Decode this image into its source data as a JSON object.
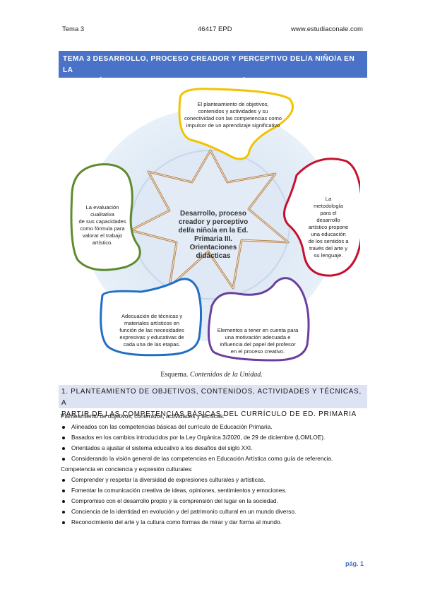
{
  "header": {
    "left": "Tema 3",
    "center": "46417 EPD",
    "right": "www.estudiaconale.com"
  },
  "title": {
    "line1": "TEMA 3 DESARROLLO, PROCESO CREADOR Y PERCEPTIVO DEL/A NIÑO/A EN LA",
    "line2": "EDUCACIÓN PRIMARIA III.  ORIENTACIONES DIDÁCTICAS"
  },
  "diagram": {
    "center": [
      "Desarrollo, proceso",
      "creador y perceptivo",
      "del/a niño/a en la Ed.",
      "Primaria III.",
      "Orientaciones",
      "didácticas"
    ],
    "top": [
      "El planteamiento de objetivos,",
      "contenidos y actividades y su",
      "conectividad con las competencias como",
      "impulsor de un aprendizaje significativo"
    ],
    "right": [
      "La",
      "metodología",
      "para el",
      "desarrollo",
      "artístico propone",
      "una educación",
      "de los sentidos a",
      "través del arte y",
      "su lenguaje."
    ],
    "bottom_right": [
      "Elementos a tener en cuenta para",
      "una motivación adecuada e",
      "influencia del papel del profesor",
      "en el proceso creativo."
    ],
    "bottom_left": [
      "Adecuación de técnicas y",
      "materiales artísticos en",
      "función de las necesidades",
      "expresivas y educativas de",
      "cada una de las etapas."
    ],
    "left": [
      "La evaluación",
      "cualitativa",
      "de sus capacidades",
      "como fórmula para",
      "valorar el trabajo",
      "artístico."
    ],
    "colors": {
      "top": "#f3c300",
      "right": "#c8102e",
      "bottom_right": "#6b3fa0",
      "bottom_left": "#1f6fc5",
      "left": "#5f8a2e"
    }
  },
  "caption": {
    "a": "Esquema.",
    "b": "Contenidos de la Unidad."
  },
  "section": {
    "line1": "1. PLANTEAMIENTO DE OBJETIVOS, CONTENIDOS, ACTIVIDADES Y TÉCNICAS, A",
    "line2": "PARTIR DE LAS COMPETENCIAS BÁSICAS DEL CURRÍCULO DE ED. PRIMARIA"
  },
  "content": {
    "heading1": "Planteamiento de objetivos, contenidos, actividades y técnicas:",
    "list1": [
      "Alineados con las competencias básicas del currículo de Educación Primaria.",
      "Basados en los cambios introducidos por la Ley Orgánica 3/2020, de 29 de diciembre (LOMLOE).",
      "Orientados a ajustar el sistema educativo a los desafíos del siglo XXI.",
      "Considerando la visión general de las competencias en Educación Artística como guía de referencia."
    ],
    "heading2": "Competencia en conciencia y expresión culturales:",
    "list2": [
      "Comprender y respetar la diversidad de expresiones culturales y artísticas.",
      "Fomentar la comunicación creativa de ideas, opiniones, sentimientos y emociones.",
      "Compromiso con el desarrollo propio y la comprensión del lugar en la sociedad.",
      "Conciencia de la identidad en evolución y del patrimonio cultural en un mundo diverso.",
      "Reconocimiento del arte y la cultura como formas de mirar y dar forma al mundo."
    ]
  },
  "page": "pág. 1"
}
